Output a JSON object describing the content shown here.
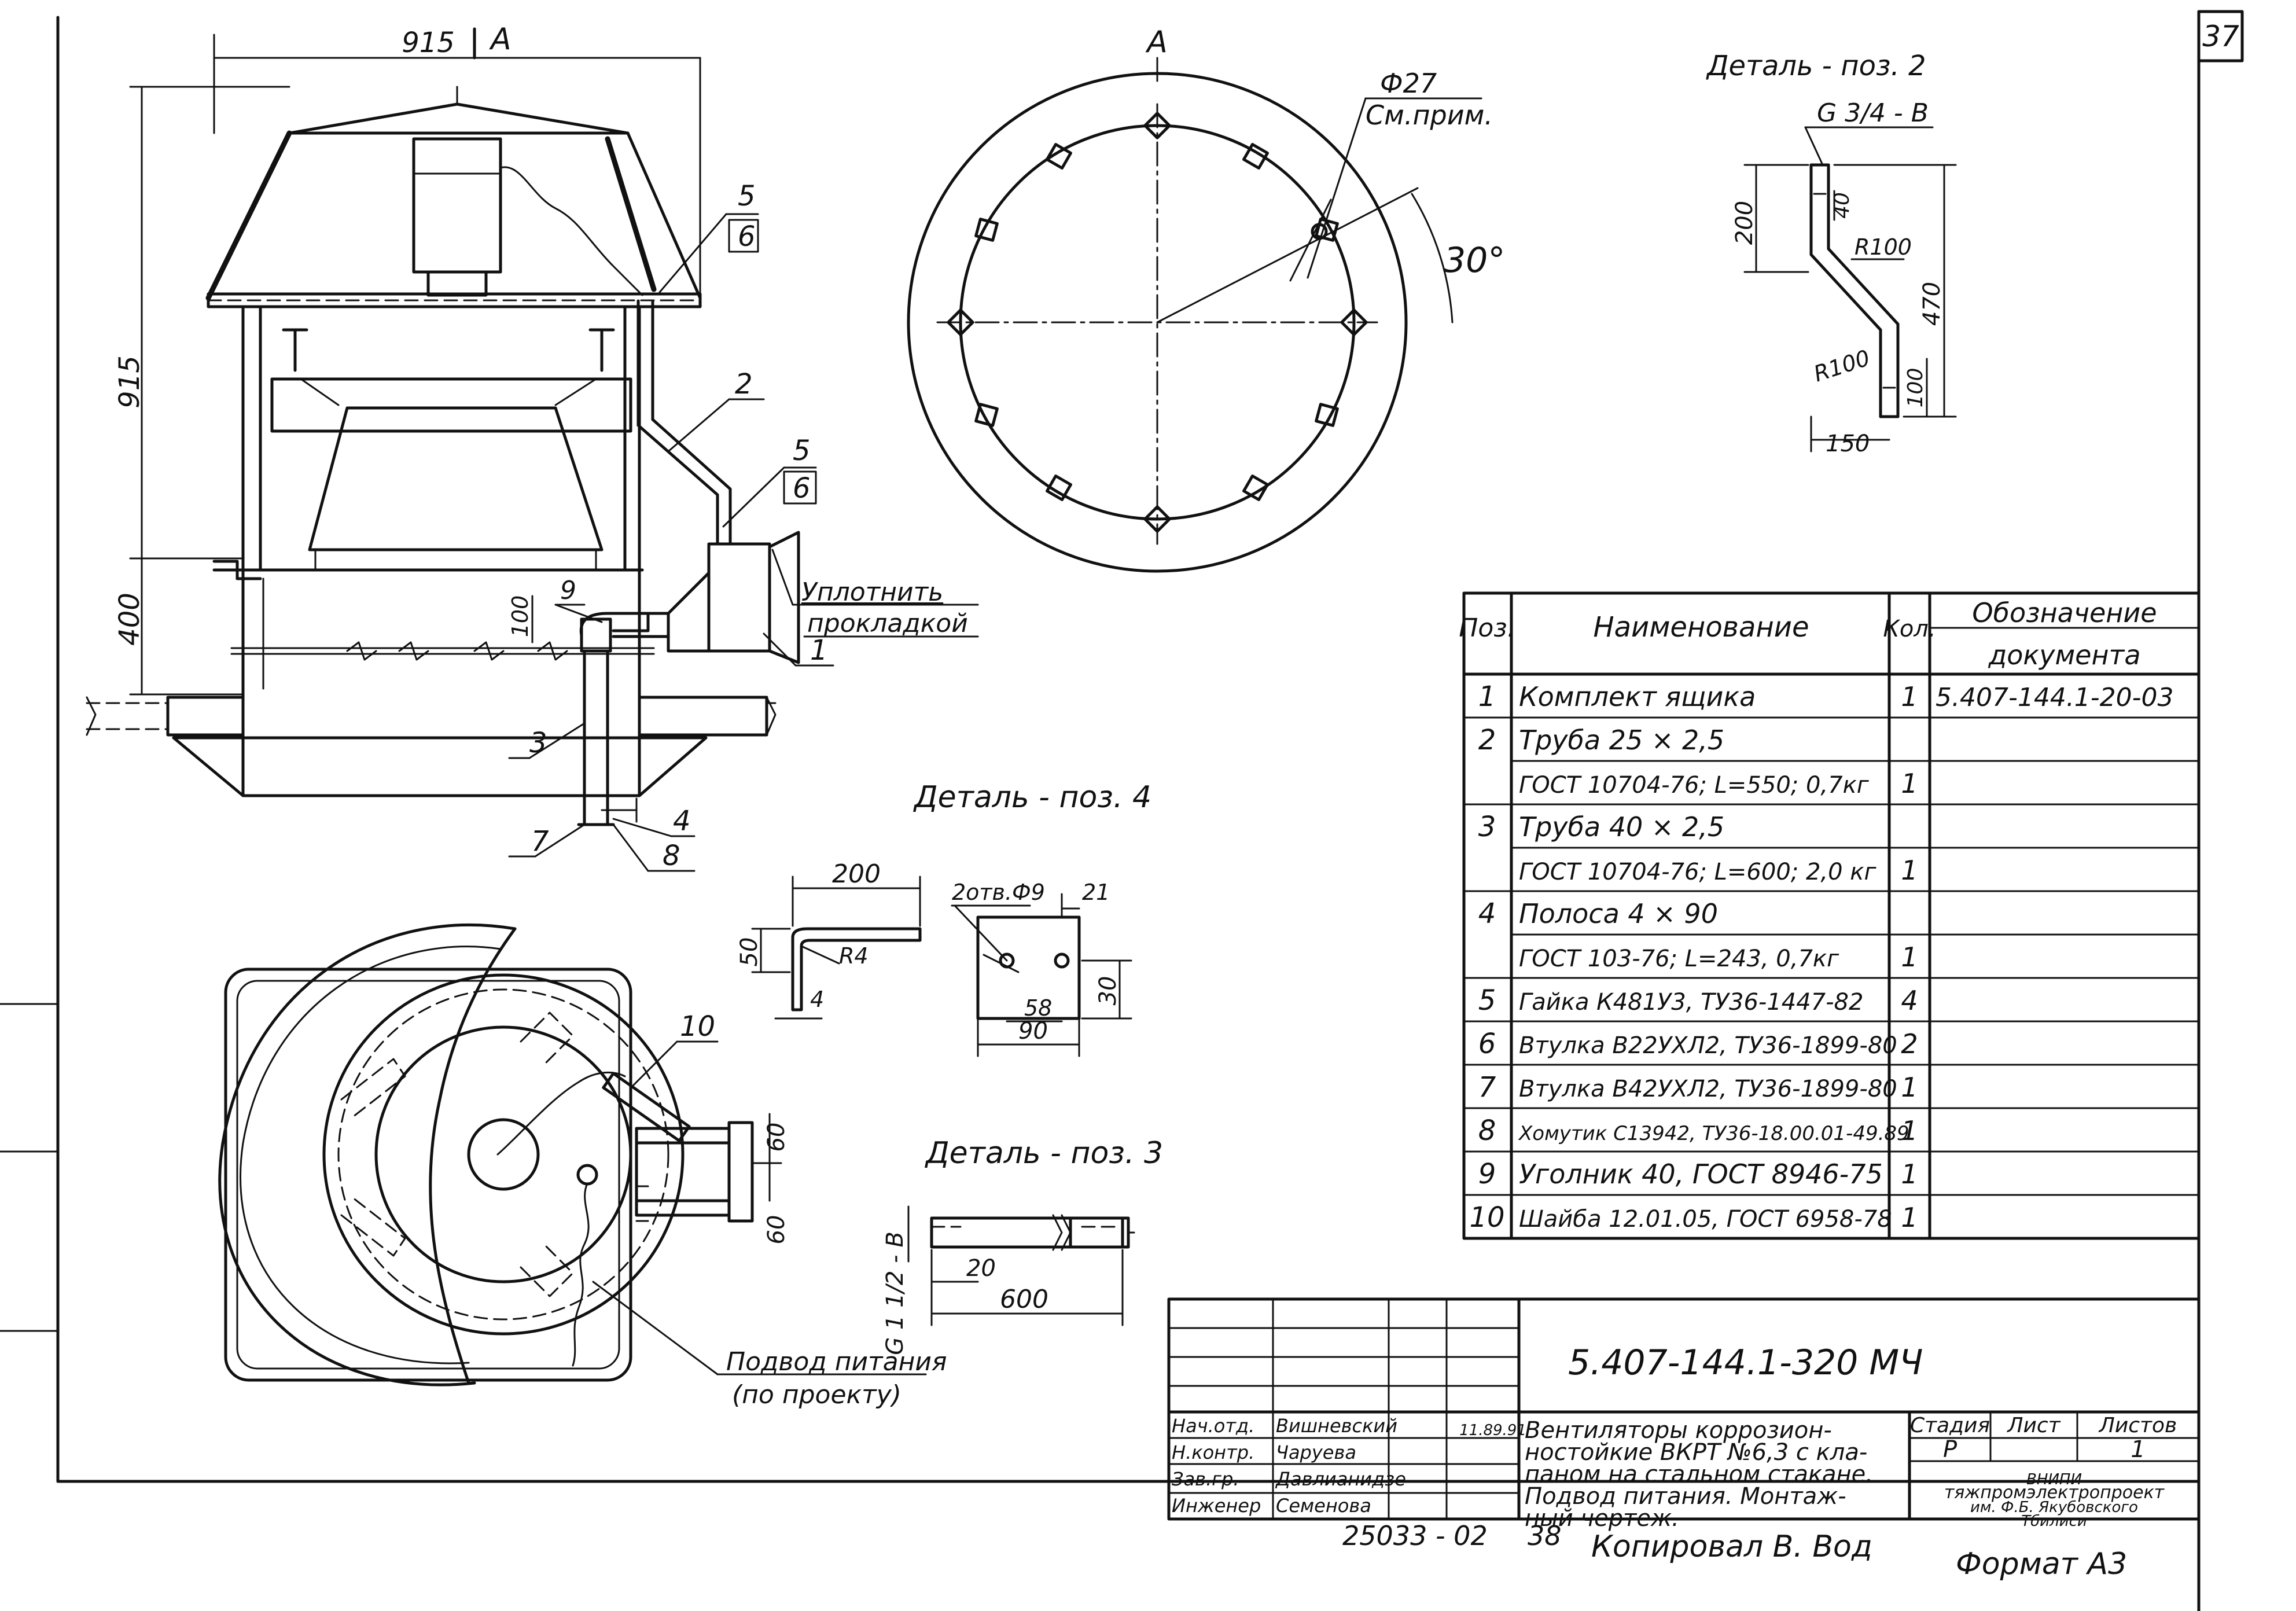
{
  "sheet": {
    "number": "37"
  },
  "views": {
    "main_view": {
      "dim_top": "915",
      "arrow_label": "A",
      "dim_height": "915",
      "dim_base": "400",
      "dim_pipe": "100"
    },
    "section_a": {
      "label": "A",
      "hole": "Ф27",
      "note": "См.прим.",
      "angle": "30°"
    },
    "detail_2": {
      "title": "Деталь - поз. 2",
      "thread": "G 3/4 - В",
      "d200": "200",
      "d40": "40",
      "r100a": "R100",
      "d470": "470",
      "r100b": "R100",
      "d100": "100",
      "d150": "150"
    },
    "detail_4": {
      "title": "Деталь - поз. 4",
      "d200": "200",
      "d50": "50",
      "r4": "R4",
      "d4": "4",
      "holes": "2отв.Ф9",
      "d21": "21",
      "d58": "58",
      "d90": "90",
      "d30": "30"
    },
    "detail_3": {
      "title": "Деталь - поз. 3",
      "thread": "G 1 1/2 - В",
      "d20": "20",
      "d600": "600"
    },
    "plan_view": {
      "d60a": "60",
      "d60b": "60"
    }
  },
  "callouts": {
    "pos1": "1",
    "pos2": "2",
    "pos3": "3",
    "pos4": "4",
    "pos5a": "5",
    "pos6a": "6",
    "pos5b": "5",
    "pos6b": "6",
    "pos7": "7",
    "pos8": "8",
    "pos9": "9",
    "pos10": "10",
    "seal_line1": "Уплотнить",
    "seal_line2": "прокладкой",
    "power_line1": "Подвод питания",
    "power_line2": "(по проекту)"
  },
  "spec_table": {
    "headers": {
      "pos": "Поз.",
      "name": "Наименование",
      "qty": "Кол.",
      "doc_line1": "Обозначение",
      "doc_line2": "документа"
    },
    "rows": [
      {
        "pos": "1",
        "name": "Комплект ящика",
        "qty": "1",
        "doc": "5.407-144.1-20-03"
      },
      {
        "pos": "2",
        "name": "Труба  25 × 2,5",
        "qty": "",
        "doc": ""
      },
      {
        "pos": "",
        "name": "ГОСТ 10704-76; L=550; 0,7кг",
        "qty": "1",
        "doc": ""
      },
      {
        "pos": "3",
        "name": "Труба  40 × 2,5",
        "qty": "",
        "doc": ""
      },
      {
        "pos": "",
        "name": "ГОСТ 10704-76; L=600; 2,0 кг",
        "qty": "1",
        "doc": ""
      },
      {
        "pos": "4",
        "name": "Полоса  4 × 90",
        "qty": "",
        "doc": ""
      },
      {
        "pos": "",
        "name": "ГОСТ 103-76; L=243, 0,7кг",
        "qty": "1",
        "doc": ""
      },
      {
        "pos": "5",
        "name": "Гайка К481У3, ТУ36-1447-82",
        "qty": "4",
        "doc": ""
      },
      {
        "pos": "6",
        "name": "Втулка В22УХЛ2, ТУ36-1899-80",
        "qty": "2",
        "doc": ""
      },
      {
        "pos": "7",
        "name": "Втулка В42УХЛ2, ТУ36-1899-80",
        "qty": "1",
        "doc": ""
      },
      {
        "pos": "8",
        "name": "Хомутик С13942, ТУ36-18.00.01-49.89",
        "qty": "1",
        "doc": ""
      },
      {
        "pos": "9",
        "name": "Уголник 40, ГОСТ 8946-75",
        "qty": "1",
        "doc": ""
      },
      {
        "pos": "10",
        "name": "Шайба 12.01.05, ГОСТ 6958-78",
        "qty": "1",
        "doc": ""
      }
    ]
  },
  "title_block": {
    "code": "5.407-144.1-320 МЧ",
    "title_lines": [
      "Вентиляторы коррозион-",
      "ностойкие ВКРТ №6,3 с кла-",
      "паном на стальном стакане.",
      "Подвод питания. Монтаж-",
      "ный чертеж."
    ],
    "stage_label": "Стадия",
    "sheet_label": "Лист",
    "sheets_label": "Листов",
    "stage": "Р",
    "sheets": "1",
    "org_lines": [
      "ВНИПИ",
      "тяжпромэлектропроект",
      "им. Ф.Б. Якубовского",
      "Тбилиси"
    ],
    "date": "11.89.91",
    "signers": [
      {
        "role": "Нач.отд.",
        "name": "Вишневский"
      },
      {
        "role": "Н.контр.",
        "name": "Чаруева"
      },
      {
        "role": "Зав.гр.",
        "name": "Давлианидзе"
      },
      {
        "role": "Инженер",
        "name": "Семенова"
      }
    ]
  },
  "footer": {
    "number": "25033 - 02",
    "page": "38",
    "copied": "Копировал  В. Вод",
    "format": "Формат  А3"
  }
}
